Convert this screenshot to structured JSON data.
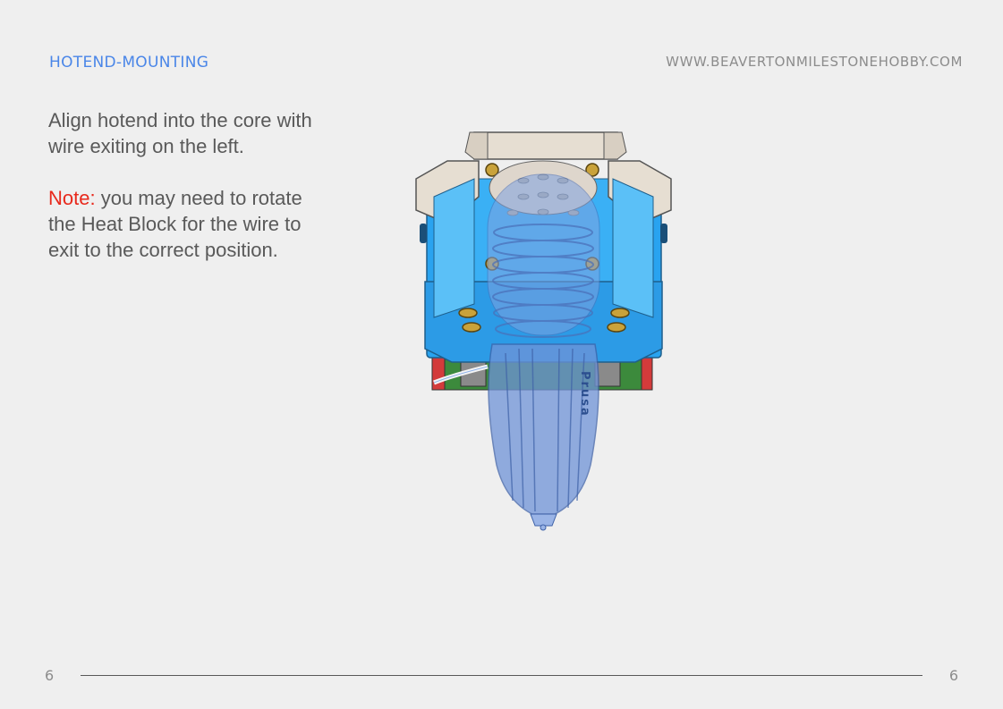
{
  "header": {
    "section_title": "HOTEND-MOUNTING",
    "website": "WWW.BEAVERTONMILESTONEHOBBY.COM"
  },
  "content": {
    "instruction": "Align hotend into the core with wire exiting on the left.",
    "note_label": "Note:",
    "note_text": " you may need to rotate the Heat Block for the wire to exit to the correct position."
  },
  "figure": {
    "nozzle_brand": "Prusa"
  },
  "footer": {
    "page_left": "6",
    "page_right": "6"
  },
  "colors": {
    "accent_blue": "#4a86e8",
    "note_red": "#e8291c",
    "text_gray": "#595959",
    "part_blue": "#29a3f0",
    "part_beige": "#e6ded2",
    "hotend_translucent": "#6f93d8"
  }
}
